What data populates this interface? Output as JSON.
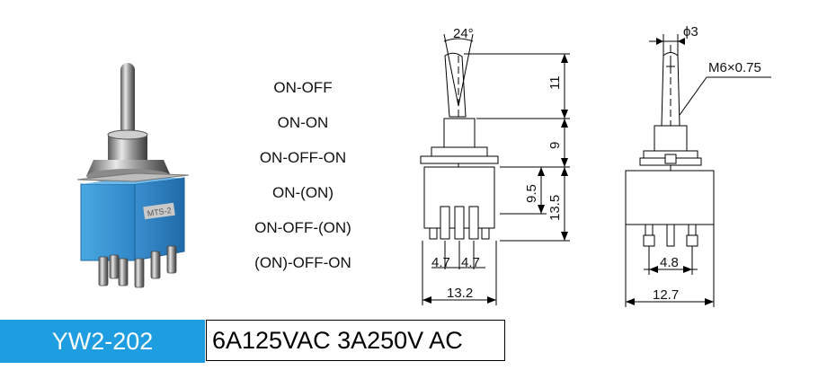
{
  "photo": {
    "label_on_body": "MTS-2"
  },
  "modes": [
    "ON-OFF",
    "ON-ON",
    "ON-OFF-ON",
    "ON-(ON)",
    "ON-OFF-(ON)",
    "(ON)-OFF-ON"
  ],
  "side_view": {
    "angle": "24°",
    "dim_handle": "11",
    "dim_bushing": "9",
    "dim_body_inner": "9.5",
    "dim_body_total": "13.5",
    "pin_pitch_left": "4.7",
    "pin_pitch_right": "4.7",
    "width": "13.2"
  },
  "front_view": {
    "diameter": "ϕ3",
    "thread": "M6×0.75",
    "pin_pitch": "4.8",
    "width": "12.7"
  },
  "footer": {
    "model": "YW2-202",
    "rating": "6A125VAC 3A250V AC",
    "accent_color": "#1e9ee0"
  }
}
